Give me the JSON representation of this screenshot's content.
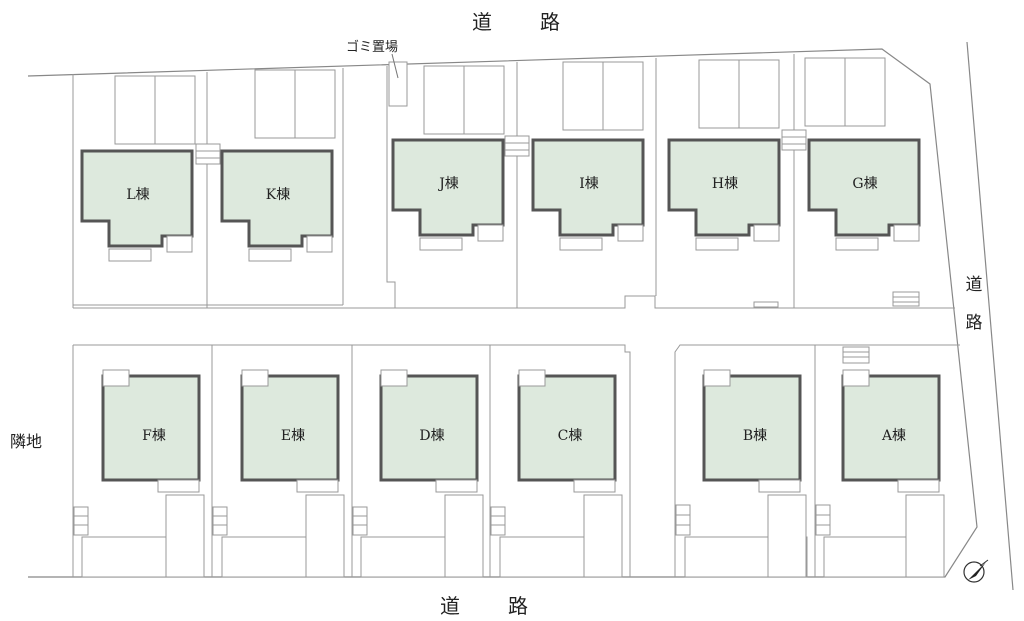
{
  "roads": {
    "top": "道　路",
    "bottom": "道　路",
    "right": "道路"
  },
  "neighbor_label": "隣地",
  "garbage_label": "ゴミ置場",
  "units": [
    {
      "id": "A",
      "label": "A棟"
    },
    {
      "id": "B",
      "label": "B棟"
    },
    {
      "id": "C",
      "label": "C棟"
    },
    {
      "id": "D",
      "label": "D棟"
    },
    {
      "id": "E",
      "label": "E棟"
    },
    {
      "id": "F",
      "label": "F棟"
    },
    {
      "id": "G",
      "label": "G棟"
    },
    {
      "id": "H",
      "label": "H棟"
    },
    {
      "id": "I",
      "label": "I棟"
    },
    {
      "id": "J",
      "label": "J棟"
    },
    {
      "id": "K",
      "label": "K棟"
    },
    {
      "id": "L",
      "label": "L棟"
    }
  ],
  "colors": {
    "house_fill": "#dde9dd",
    "wall": "#555555",
    "line": "#888888"
  },
  "icons": {
    "north_arrow": "north-arrow-icon"
  }
}
